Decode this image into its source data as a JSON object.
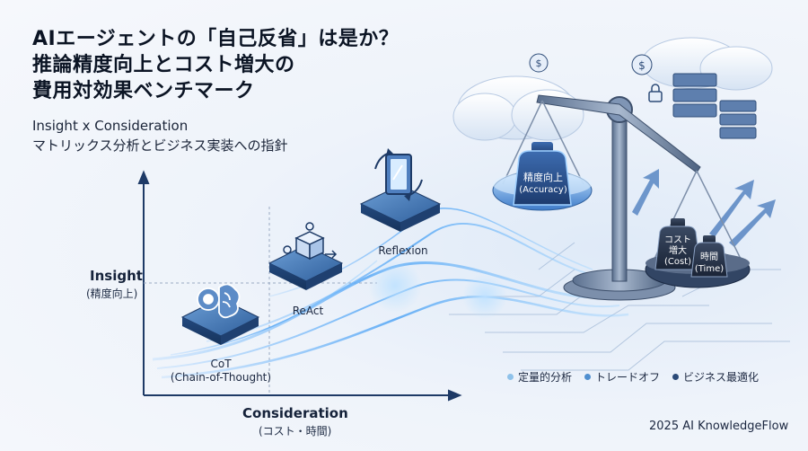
{
  "title": {
    "line1": "AIエージェントの「自己反省」は是か？",
    "line2": "推論精度向上とコスト増大の",
    "line3": "費用対効果ベンチマーク"
  },
  "subtitle": {
    "line1": "Insight x Consideration",
    "line2": "マトリックス分析とビジネス実装への指針"
  },
  "axes": {
    "y_label": "Insight",
    "y_sub": "(精度向上)",
    "x_label": "Consideration",
    "x_sub": "(コスト・時間)"
  },
  "nodes": [
    {
      "label": "CoT",
      "sub": "(Chain-of-Thought)",
      "icon": "brain-gear-icon"
    },
    {
      "label": "ReAct",
      "icon": "cube-arrow-icon"
    },
    {
      "label": "Reflexion",
      "icon": "mirror-icon"
    }
  ],
  "scale": {
    "accuracy_line1": "精度向上",
    "accuracy_line2": "(Accuracy)",
    "cost_line1": "コスト",
    "cost_line2": "増大",
    "cost_line3": "(Cost)",
    "time_line1": "時間",
    "time_line2": "(Time)"
  },
  "legend": [
    {
      "label": "定量的分析",
      "color": "#8fc2ea"
    },
    {
      "label": "トレードオフ",
      "color": "#4f8fd0"
    },
    {
      "label": "ビジネス最適化",
      "color": "#2b4a78"
    }
  ],
  "footer": "2025 AI KnowledgeFlow"
}
